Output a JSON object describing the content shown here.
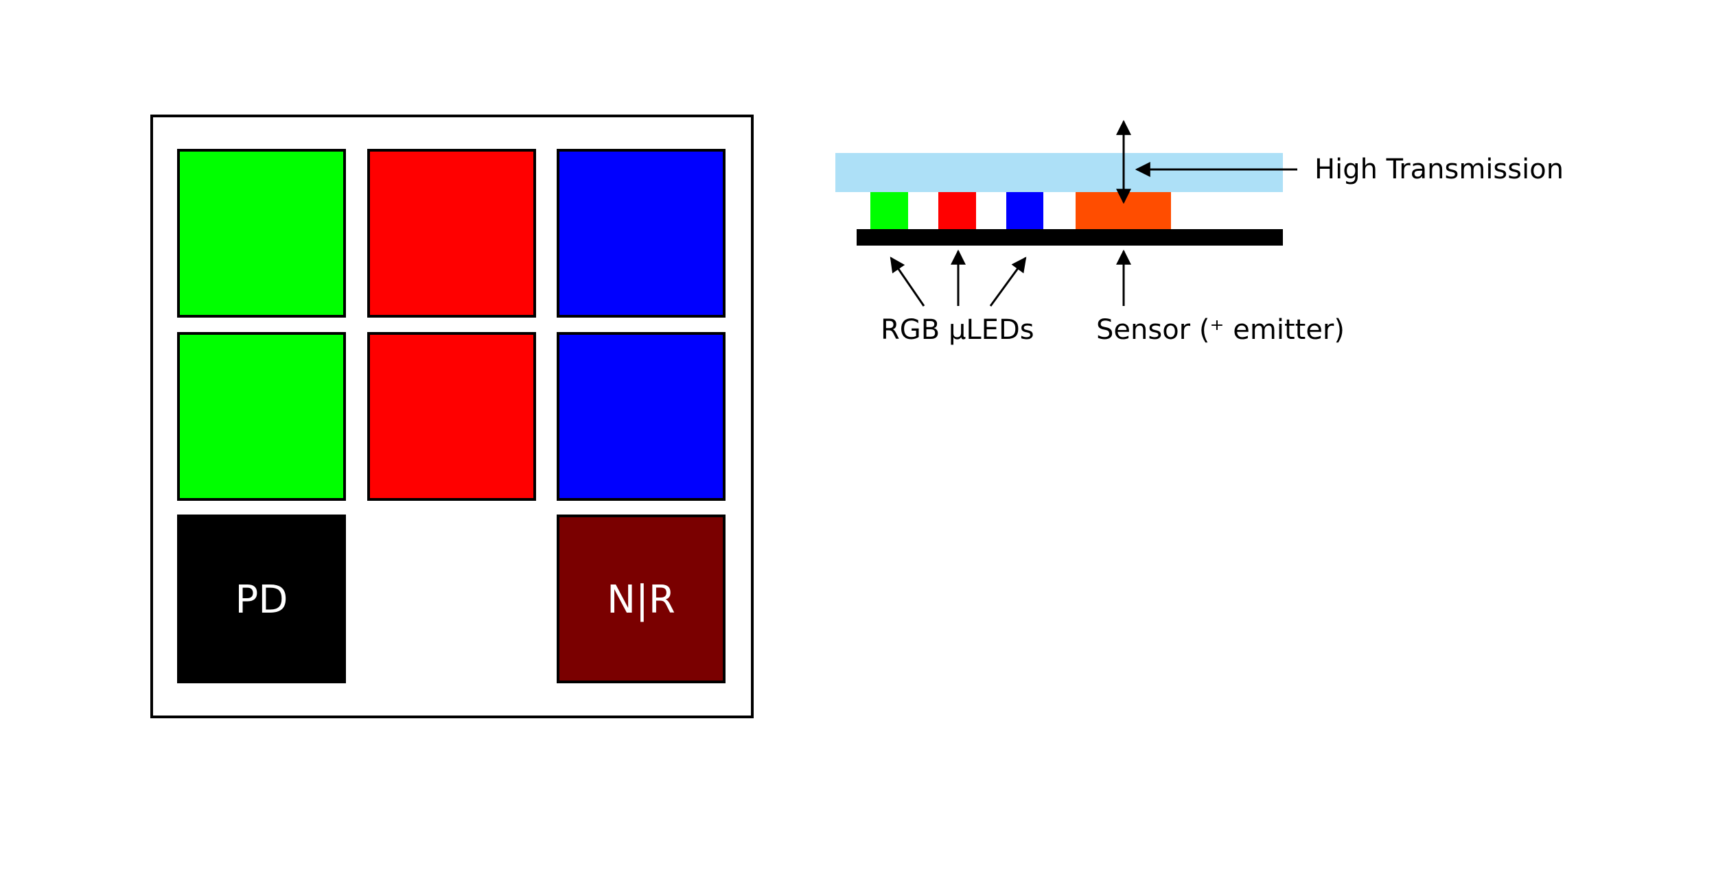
{
  "colors": {
    "background": "#ffffff",
    "outline": "#000000",
    "green": "#00ff00",
    "red": "#ff0000",
    "blue": "#0000ff",
    "photodiode": "#000000",
    "nir": "#7a0000",
    "cover_glass": "#ade0f7",
    "sensor": "#ff4d00",
    "substrate": "#000000",
    "arrow": "#000000"
  },
  "pixel_grid": {
    "cells": [
      {
        "name": "cell-green-1",
        "color": "green",
        "label": ""
      },
      {
        "name": "cell-red-1",
        "color": "red",
        "label": ""
      },
      {
        "name": "cell-blue-1",
        "color": "blue",
        "label": ""
      },
      {
        "name": "cell-green-2",
        "color": "green",
        "label": ""
      },
      {
        "name": "cell-red-2",
        "color": "red",
        "label": ""
      },
      {
        "name": "cell-blue-2",
        "color": "blue",
        "label": ""
      },
      {
        "name": "cell-pd",
        "color": "photodiode",
        "label": "PD"
      },
      {
        "name": "cell-empty",
        "color": "background",
        "label": ""
      },
      {
        "name": "cell-nir",
        "color": "nir",
        "label": "N|R"
      }
    ]
  },
  "cross_section": {
    "labels": {
      "transmission": "High Transmission",
      "leds": "RGB µLEDs",
      "sensor": "Sensor (⁺ emitter)"
    }
  }
}
